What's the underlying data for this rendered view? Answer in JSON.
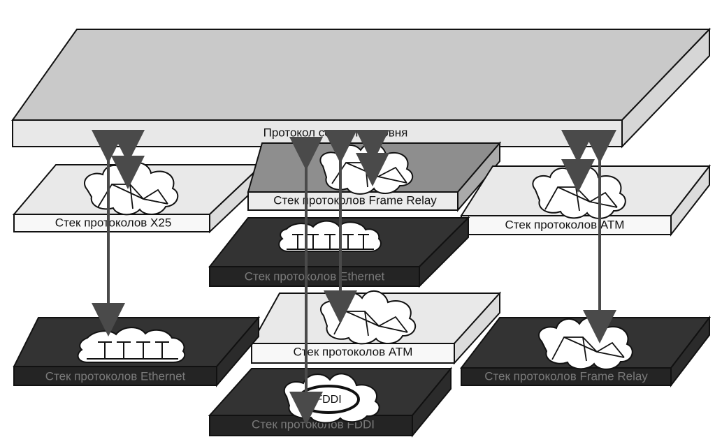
{
  "colors": {
    "top_face": "#c9c9c9",
    "top_front": "#e8e8e8",
    "light_face": "#e9e9e9",
    "light_front": "#f8f8f8",
    "dark_face": "#333333",
    "dark_front": "#242424",
    "mid_face": "#8e8e8e",
    "outline": "#111111",
    "arrow": "#4a4a4a"
  },
  "labels": {
    "network_layer": "Протокол сетевого уровня",
    "x25": "Стек протоколов X25",
    "frame_relay_top": "Стек протоколов Frame Relay",
    "atm_right": "Стек протоколов ATM",
    "ethernet": "Стек протоколов Ethernet",
    "atm_center": "Стек протоколов ATM",
    "left_bottom": "Стек протоколов Ethernet",
    "frame_relay_bottom": "Стек протоколов Frame Relay",
    "fddi_bottom": "Стек протоколов FDDI",
    "fddi_ring": "FDDI"
  },
  "icons": {
    "network_cloud": "network-cloud-icon",
    "ethernet_bus": "ethernet-bus-icon",
    "fddi_ring": "fddi-ring-icon",
    "arrow": "bidirectional-arrow-icon"
  }
}
